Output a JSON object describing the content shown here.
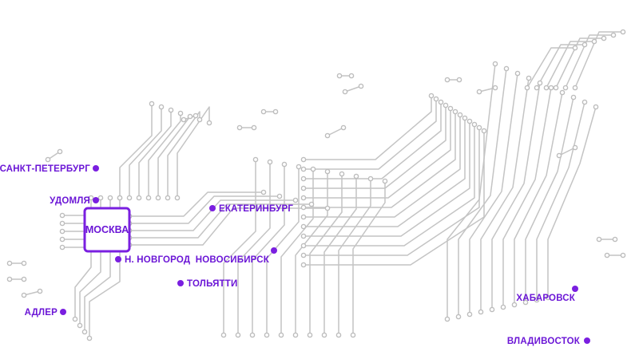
{
  "map": {
    "hub": {
      "label": "МОСКВА"
    },
    "cities": [
      {
        "id": "spb",
        "label": "САНКТ-ПЕТЕРБУРГ"
      },
      {
        "id": "udomlya",
        "label": "УДОМЛЯ"
      },
      {
        "id": "nnovgorod",
        "label": "Н. НОВГОРОД"
      },
      {
        "id": "adler",
        "label": "АДЛЕР"
      },
      {
        "id": "togliatti",
        "label": "ТОЛЬЯТТИ"
      },
      {
        "id": "ekaterinburg",
        "label": "ЕКАТЕРИНБУРГ"
      },
      {
        "id": "novosibirsk",
        "label": "НОВОСИБИРСК"
      },
      {
        "id": "khabarovsk",
        "label": "ХАБАРОВСК"
      },
      {
        "id": "vladivostok",
        "label": "ВЛАДИВОСТОК"
      }
    ],
    "colors": {
      "accent": "#7a1fe0",
      "trace": "#c4c4c4",
      "background": "#ffffff"
    }
  }
}
